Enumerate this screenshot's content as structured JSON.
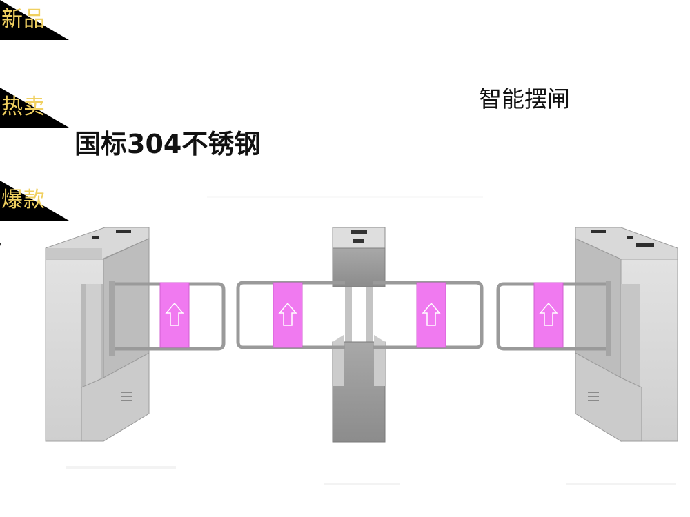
{
  "badges": [
    {
      "label": "新品"
    },
    {
      "label": "热卖"
    },
    {
      "label": "爆款"
    }
  ],
  "headline": "国标304不锈钢",
  "product_name": "智能摆闸",
  "colors": {
    "badge_background": "#000000",
    "badge_text": "#f0d060",
    "panel_pink": "#f07af0",
    "steel_light": "#ececec",
    "steel_dark": "#9a9a9a"
  },
  "icons": [
    "up-arrow-icon"
  ]
}
